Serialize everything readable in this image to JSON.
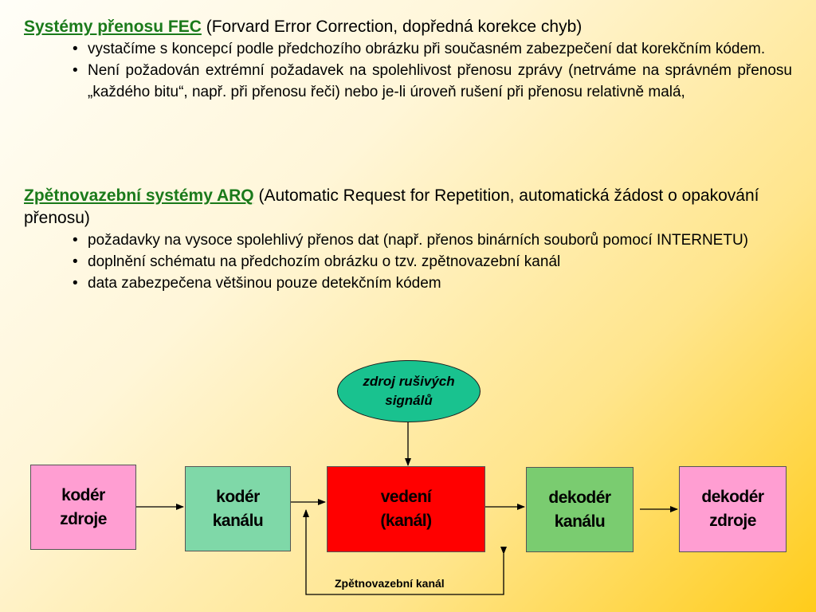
{
  "fec": {
    "title": "Systémy přenosu FEC",
    "subtitle": " (Forvard Error Correction, dopředná korekce chyb)",
    "bullets": [
      "vystačíme s koncepcí podle předchozího obrázku při současném zabezpečení dat korekčním kódem.",
      "Není požadován extrémní požadavek na spolehlivost přenosu zprávy (netrváme na správném přenosu „každého bitu“, např. při přenosu řeči) nebo je-li úroveň rušení při přenosu relativně malá,"
    ]
  },
  "arq": {
    "title": "Zpětnovazební systémy ARQ",
    "subtitle": " (Automatic Request for Repetition, automatická žádost o opakování přenosu)",
    "bullets": [
      "požadavky na vysoce spolehlivý přenos dat (např. přenos binárních souborů pomocí INTERNETU)",
      "doplnění schématu na předchozím obrázku o tzv. zpětnovazební kanál",
      "data zabezpečena většinou pouze detekčním kódem"
    ]
  },
  "diagram": {
    "noise": [
      "zdroj rušivých",
      "signálů"
    ],
    "source_coder": [
      "kodér",
      "zdroje"
    ],
    "channel_coder": [
      "kodér",
      "kanálu"
    ],
    "line": [
      "vedení",
      "(kanál)"
    ],
    "channel_decoder": [
      "dekodér",
      "kanálu"
    ],
    "source_decoder": [
      "dekodér",
      "zdroje"
    ],
    "feedback": "Zpětnovazební kanál",
    "colors": {
      "pink": "#ff9ed2",
      "green_light": "#7fd8a8",
      "red": "#ff0000",
      "green": "#7acc70",
      "oval": "#19c28f",
      "title_green": "#1a7a1a"
    }
  }
}
